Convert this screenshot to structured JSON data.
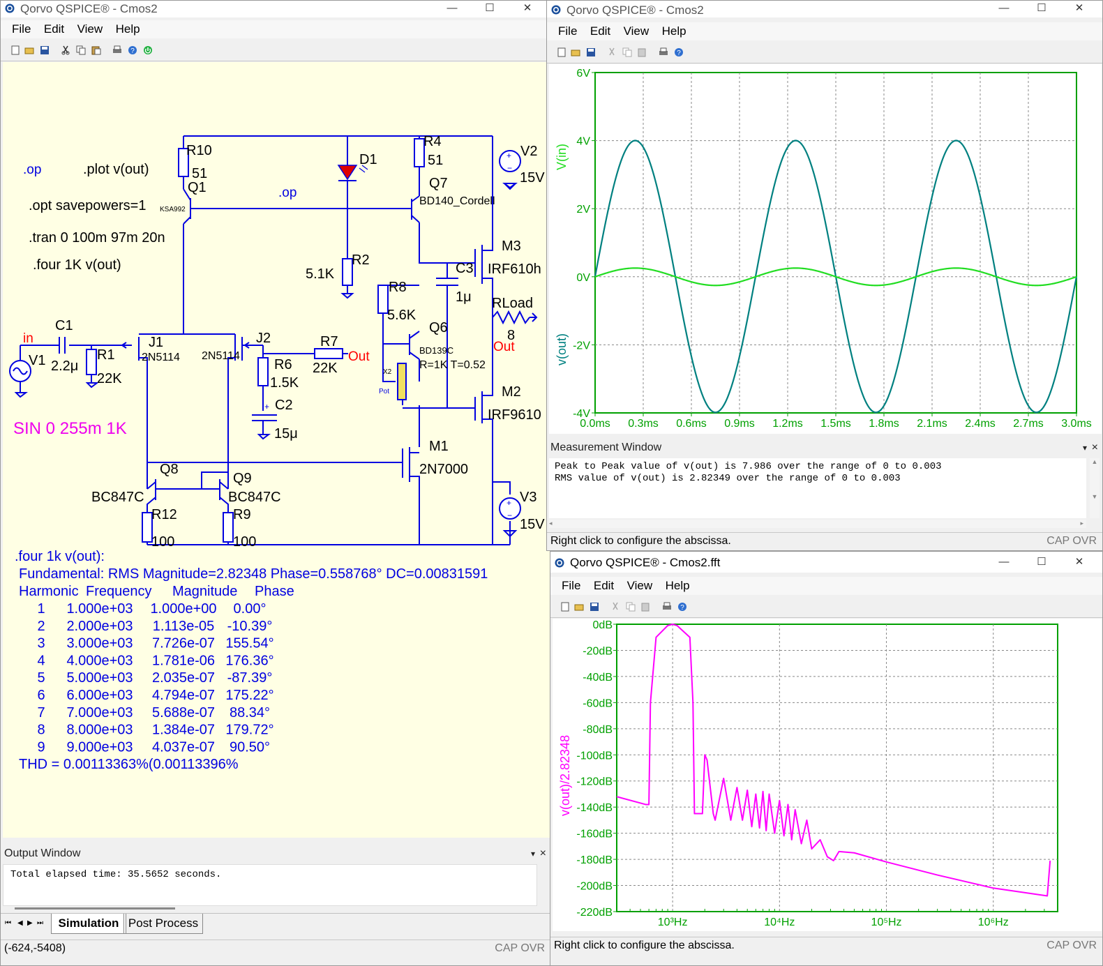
{
  "schematic_window": {
    "title": "Qorvo QSPICE® - Cmos2",
    "menu": [
      "File",
      "Edit",
      "View",
      "Help"
    ],
    "directives": [
      ".op",
      ".plot v(out)",
      ".opt savepowers=1",
      ".tran 0 100m 97m 20n",
      ".four 1K v(out)",
      ".op"
    ],
    "source_label": "SIN 0 255m 1K",
    "components": {
      "R10": "R10",
      "R10_val": "51",
      "Q1": "Q1",
      "Q1_model": "KSA992",
      "D1": "D1",
      "R4": "R4",
      "R4_val": "51",
      "Q7": "Q7",
      "Q7_model": "BD140_Cordell",
      "V2": "V2",
      "V2_val": "15V",
      "M3": "M3",
      "M3_model": "IRF610h",
      "R2": "R2",
      "R2_val": "5.1K",
      "C3": "C3",
      "C3_val": "1μ",
      "R8": "R8",
      "R8_val": "5.6K",
      "RLoad": "RLoad",
      "RLoad_val": "8",
      "Q6": "Q6",
      "Q6_model": "BD139C",
      "X2": "X2",
      "Pot": "Pot",
      "X2_params": "R=1K T=0.52",
      "C1": "C1",
      "C1_val": "2.2μ",
      "V1": "V1",
      "R1": "R1",
      "R1_val": "22K",
      "J1": "J1",
      "J1_model": "2N5114",
      "J2": "J2",
      "J2_model": "2N5114",
      "R7": "R7",
      "R7_val": "22K",
      "R6": "R6",
      "R6_val": "1.5K",
      "C2": "C2",
      "C2_val": "15μ",
      "M2": "M2",
      "M2_model": "IRF9610",
      "M1": "M1",
      "M1_model": "2N7000",
      "Q8": "Q8",
      "Q8_model": "BC847C",
      "Q9": "Q9",
      "Q9_model": "BC847C",
      "R12": "R12",
      "R12_val": "100",
      "R9": "R9",
      "R9_val": "100",
      "V3": "V3",
      "V3_val": "15V",
      "net_in": "in",
      "net_out1": "Out",
      "net_out2": "Out"
    },
    "four_results": {
      "header": ".four 1k v(out):",
      "fundamental": "Fundamental: RMS Magnitude=2.82348 Phase=0.558768° DC=0.00831591",
      "columns": [
        "Harmonic",
        "Frequency",
        "Magnitude",
        "Phase"
      ],
      "rows": [
        [
          "1",
          "1.000e+03",
          "1.000e+00",
          "0.00°"
        ],
        [
          "2",
          "2.000e+03",
          "1.113e-05",
          "-10.39°"
        ],
        [
          "3",
          "3.000e+03",
          "7.726e-07",
          "155.54°"
        ],
        [
          "4",
          "4.000e+03",
          "1.781e-06",
          "176.36°"
        ],
        [
          "5",
          "5.000e+03",
          "2.035e-07",
          "-87.39°"
        ],
        [
          "6",
          "6.000e+03",
          "4.794e-07",
          "175.22°"
        ],
        [
          "7",
          "7.000e+03",
          "5.688e-07",
          "88.34°"
        ],
        [
          "8",
          "8.000e+03",
          "1.384e-07",
          "179.72°"
        ],
        [
          "9",
          "9.000e+03",
          "4.037e-07",
          "90.50°"
        ]
      ],
      "thd": "THD = 0.00113363%(0.00113396%"
    },
    "output_window": {
      "title": "Output Window",
      "text": "Total elapsed time: 35.5652 seconds."
    },
    "tabs": [
      "Simulation",
      "Post Process"
    ],
    "status_coords": "(-624,-5408)",
    "status_flags": "CAP OVR"
  },
  "waveform_window": {
    "title": "Qorvo QSPICE® - Cmos2",
    "menu": [
      "File",
      "Edit",
      "View",
      "Help"
    ],
    "status": "Right click to configure the abscissa.",
    "status_flags": "CAP OVR",
    "measurement": {
      "title": "Measurement Window",
      "lines": [
        "Peak to Peak value of v(out) is 7.986 over the range of 0 to 0.003",
        "RMS value of v(out) is 2.82349 over the range of 0 to 0.003"
      ]
    }
  },
  "fft_window": {
    "title": "Qorvo QSPICE® - Cmos2.fft",
    "menu": [
      "File",
      "Edit",
      "View",
      "Help"
    ],
    "status": "Right click to configure the abscissa.",
    "status_flags": "CAP OVR"
  },
  "colors": {
    "wire": "#0000e0",
    "schematic_bg": "#ffffe4",
    "vout": "#008080",
    "vin": "#22dd22",
    "fft": "#ff00ff",
    "plot_border": "#00a000",
    "sin_label": "#ee00ee",
    "net_red": "#ff0000"
  },
  "chart_data": [
    {
      "type": "line",
      "xlabel": "",
      "ylabel": "",
      "xlim": [
        0,
        0.003
      ],
      "ylim": [
        -4,
        6
      ],
      "x_ticks": [
        "0.0ms",
        "0.3ms",
        "0.6ms",
        "0.9ms",
        "1.2ms",
        "1.5ms",
        "1.8ms",
        "2.1ms",
        "2.4ms",
        "2.7ms",
        "3.0ms"
      ],
      "y_ticks": [
        "6V",
        "4V",
        "2V",
        "0V",
        "-2V",
        "-4V"
      ],
      "grid": true,
      "series": [
        {
          "name": "v(out)",
          "function": "sine",
          "amplitude": 3.993,
          "frequency_hz": 1000,
          "offset": 0.0083
        },
        {
          "name": "V(in)",
          "function": "sine",
          "amplitude": 0.255,
          "frequency_hz": 1000,
          "offset": 0
        }
      ]
    },
    {
      "type": "line",
      "xscale": "log",
      "xlim": [
        300,
        4000000
      ],
      "ylim": [
        -220,
        0
      ],
      "ylabel": "v(out)/2.82348",
      "x_ticks": [
        "10³Hz",
        "10⁴Hz",
        "10⁵Hz",
        "10⁶Hz"
      ],
      "y_ticks": [
        "0dB",
        "-20dB",
        "-40dB",
        "-60dB",
        "-80dB",
        "-100dB",
        "-120dB",
        "-140dB",
        "-160dB",
        "-180dB",
        "-200dB",
        "-220dB"
      ],
      "grid": true,
      "series": [
        {
          "name": "v(out)/2.82348",
          "points": [
            [
              300,
              -132
            ],
            [
              560,
              -138
            ],
            [
              600,
              -138
            ],
            [
              620,
              -60
            ],
            [
              700,
              -10
            ],
            [
              900,
              -1
            ],
            [
              1000,
              0
            ],
            [
              1100,
              -1
            ],
            [
              1450,
              -10
            ],
            [
              1550,
              -60
            ],
            [
              1600,
              -145
            ],
            [
              1900,
              -145
            ],
            [
              2000,
              -100
            ],
            [
              2100,
              -104
            ],
            [
              2400,
              -145
            ],
            [
              2500,
              -150
            ],
            [
              3000,
              -118
            ],
            [
              3500,
              -150
            ],
            [
              4000,
              -125
            ],
            [
              4500,
              -150
            ],
            [
              5000,
              -127
            ],
            [
              5500,
              -155
            ],
            [
              6000,
              -130
            ],
            [
              6500,
              -156
            ],
            [
              7000,
              -128
            ],
            [
              7500,
              -158
            ],
            [
              8000,
              -130
            ],
            [
              9000,
              -160
            ],
            [
              10000,
              -135
            ],
            [
              11000,
              -162
            ],
            [
              12000,
              -138
            ],
            [
              13000,
              -165
            ],
            [
              14000,
              -142
            ],
            [
              16000,
              -168
            ],
            [
              18000,
              -150
            ],
            [
              20000,
              -172
            ],
            [
              24000,
              -165
            ],
            [
              28000,
              -178
            ],
            [
              32000,
              -181
            ],
            [
              36000,
              -174
            ],
            [
              50000,
              -175
            ],
            [
              100000,
              -182
            ],
            [
              300000,
              -192
            ],
            [
              1000000,
              -202
            ],
            [
              3200000,
              -208
            ],
            [
              3400000,
              -181
            ]
          ]
        }
      ]
    }
  ]
}
